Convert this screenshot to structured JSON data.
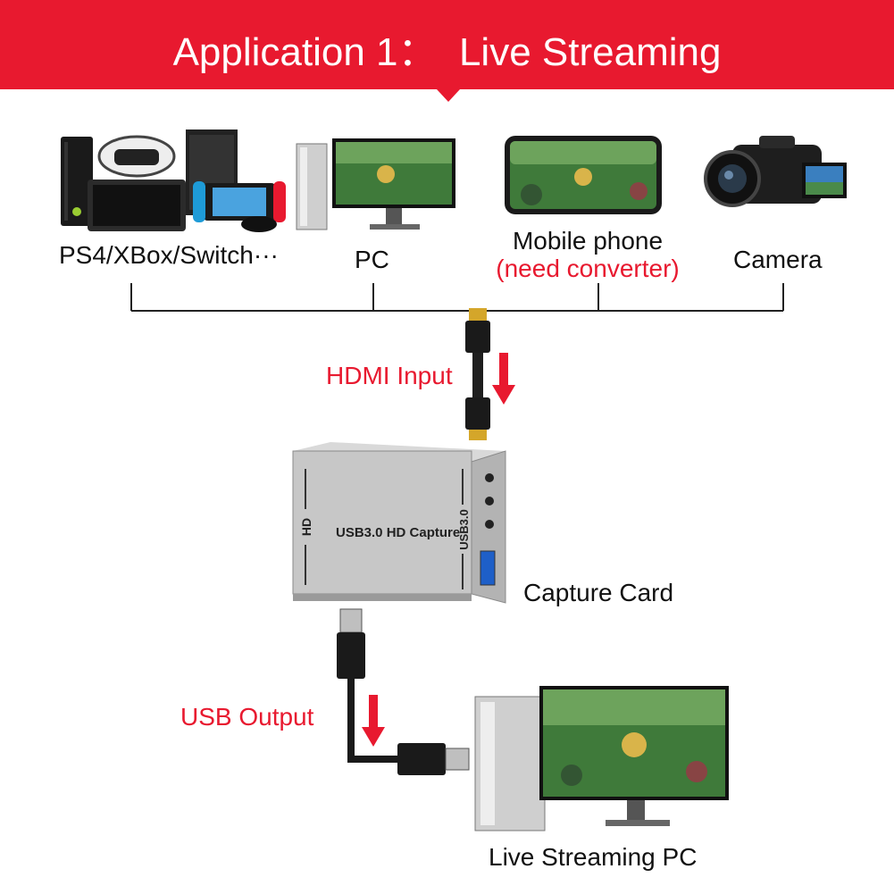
{
  "header": {
    "title": "Application 1：  Live Streaming"
  },
  "sources": [
    {
      "label": "PS4/XBox/Switch···",
      "icon": "game-consoles-icon"
    },
    {
      "label": "PC",
      "icon": "desktop-pc-icon"
    },
    {
      "label": "Mobile phone",
      "note": "(need converter)",
      "icon": "mobile-phone-icon"
    },
    {
      "label": "Camera",
      "icon": "video-camera-icon"
    }
  ],
  "hdmi_label": "HDMI Input",
  "capture_card": {
    "label": "Capture Card",
    "front_text": "USB3.0 HD Capture",
    "side_hd": "HD",
    "side_usb": "USB3.0"
  },
  "usb_label": "USB Output",
  "destination": {
    "label": "Live Streaming PC",
    "icon": "streaming-pc-icon"
  },
  "colors": {
    "accent": "#e8192f",
    "line": "#222222"
  }
}
